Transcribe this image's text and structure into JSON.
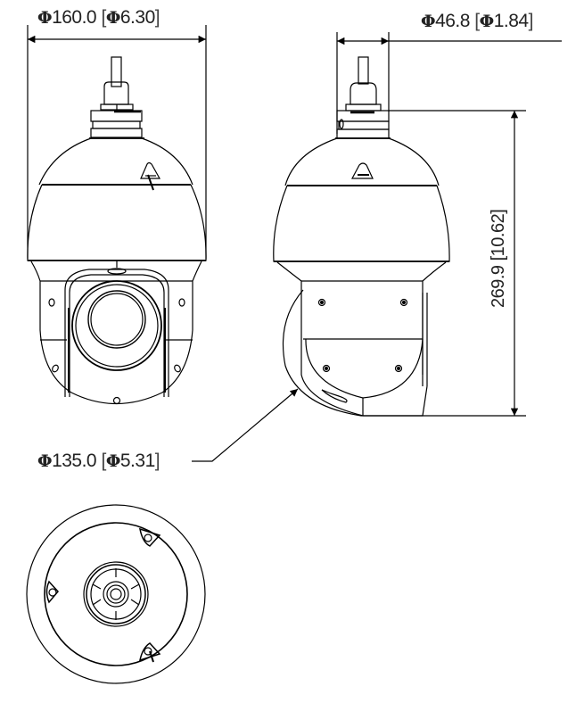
{
  "drawing": {
    "title": "PTZ dome camera dimension drawing",
    "views": [
      "front-view",
      "side-view",
      "top-view"
    ],
    "units_primary": "mm",
    "units_secondary": "inch",
    "line_color": "#000000",
    "background": "#ffffff"
  },
  "dimensions": {
    "overall_diameter": {
      "symbol": "Φ",
      "mm": "160.0",
      "inch": "6.30"
    },
    "mount_diameter": {
      "symbol": "Φ",
      "mm": "46.8",
      "inch": "1.84"
    },
    "height": {
      "mm": "269.9",
      "inch": "10.62",
      "text": "269.9 [10.62]"
    },
    "pan_body_diameter": {
      "symbol": "Φ",
      "mm": "135.0",
      "inch": "5.31"
    }
  }
}
